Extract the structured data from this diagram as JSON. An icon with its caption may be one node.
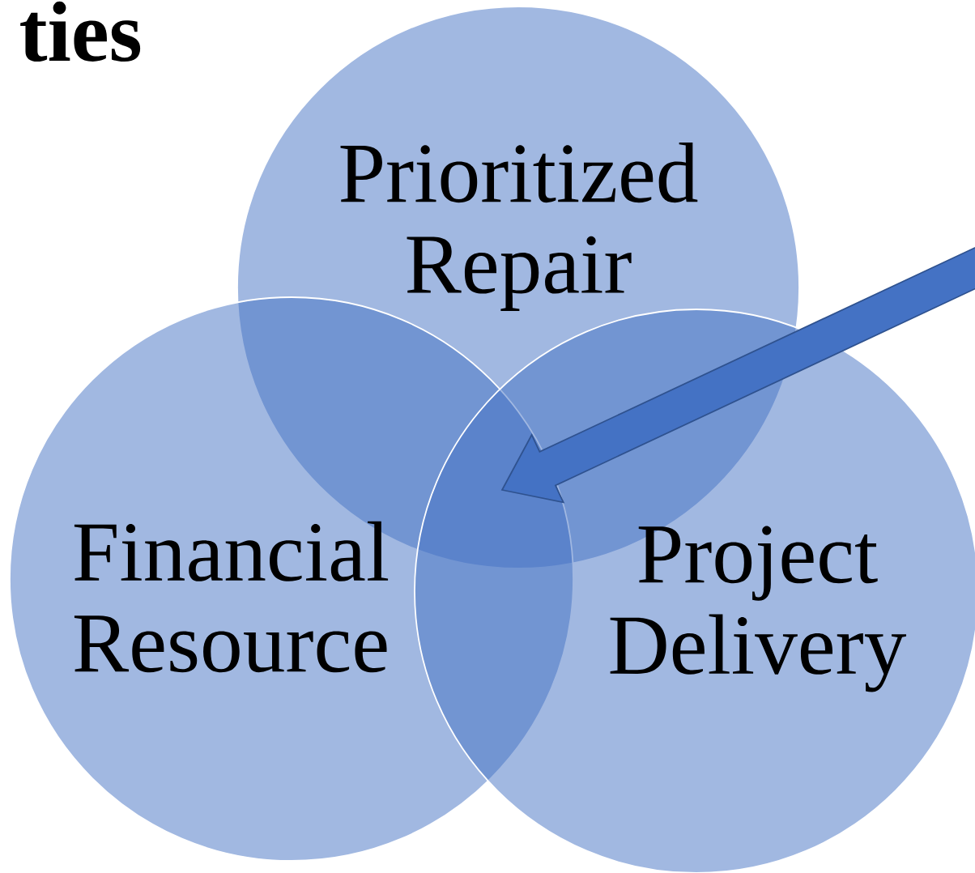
{
  "diagram": {
    "title": "ties",
    "nodes": [
      {
        "text": [
          "Prioritized Repair"
        ]
      },
      {
        "text": [
          "Financial Resource"
        ]
      },
      {
        "text": [
          "Project Delivery"
        ]
      }
    ]
  }
}
